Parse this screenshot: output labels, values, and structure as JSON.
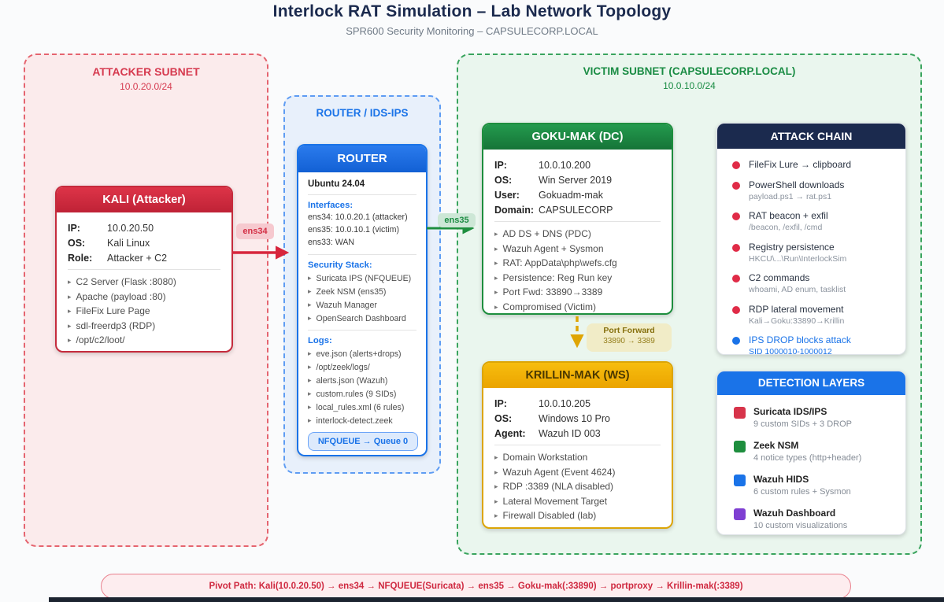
{
  "page": {
    "title": "Interlock RAT Simulation – Lab Network Topology",
    "subtitle": "SPR600 Security Monitoring – CAPSULECORP.LOCAL"
  },
  "attacker_subnet": {
    "title": "ATTACKER SUBNET",
    "cidr": "10.0.20.0/24",
    "kali": {
      "header": "KALI (Attacker)",
      "fields": [
        {
          "label": "IP:",
          "value": "10.0.20.50"
        },
        {
          "label": "OS:",
          "value": "Kali Linux"
        },
        {
          "label": "Role:",
          "value": "Attacker + C2"
        }
      ],
      "bullets": [
        "C2 Server (Flask :8080)",
        "Apache (payload :80)",
        "FileFix Lure Page",
        "sdl-freerdp3 (RDP)",
        "/opt/c2/loot/"
      ]
    }
  },
  "router_zone": {
    "title": "ROUTER / IDS-IPS",
    "router": {
      "header": "ROUTER",
      "os": "Ubuntu 24.04",
      "interfaces_title": "Interfaces:",
      "interfaces": [
        "ens34: 10.0.20.1 (attacker)",
        "ens35: 10.0.10.1 (victim)",
        "ens33: WAN"
      ],
      "security_title": "Security Stack:",
      "security_stack": [
        "Suricata IPS (NFQUEUE)",
        "Zeek NSM (ens35)",
        "Wazuh Manager",
        "OpenSearch Dashboard"
      ],
      "logs_title": "Logs:",
      "logs": [
        "eve.json (alerts+drops)",
        "/opt/zeek/logs/",
        "alerts.json (Wazuh)",
        "custom.rules (9 SIDs)",
        "local_rules.xml (6 rules)",
        "interlock-detect.zeek"
      ],
      "badge": "NFQUEUE → Queue 0"
    }
  },
  "victim_subnet": {
    "title": "VICTIM SUBNET (CAPSULECORP.LOCAL)",
    "cidr": "10.0.10.0/24",
    "goku": {
      "header": "GOKU-MAK (DC)",
      "fields": [
        {
          "label": "IP:",
          "value": "10.0.10.200"
        },
        {
          "label": "OS:",
          "value": "Win Server 2019"
        },
        {
          "label": "User:",
          "value": "Gokuadm-mak"
        },
        {
          "label": "Domain:",
          "value": "CAPSULECORP"
        }
      ],
      "bullets": [
        "AD DS + DNS (PDC)",
        "Wazuh Agent + Sysmon",
        "RAT: AppData\\php\\wefs.cfg",
        "Persistence: Reg Run key",
        "Port Fwd: 33890→3389",
        "Compromised (Victim)"
      ]
    },
    "krillin": {
      "header": "KRILLIN-MAK (WS)",
      "fields": [
        {
          "label": "IP:",
          "value": "10.0.10.205"
        },
        {
          "label": "OS:",
          "value": "Windows 10 Pro"
        },
        {
          "label": "Agent:",
          "value": "Wazuh ID 003"
        }
      ],
      "bullets": [
        "Domain Workstation",
        "Wazuh Agent (Event 4624)",
        "RDP :3389 (NLA disabled)",
        "Lateral Movement Target",
        "Firewall Disabled (lab)"
      ]
    },
    "attack_chain": {
      "header": "ATTACK CHAIN",
      "items": [
        {
          "title": "FileFix Lure → clipboard",
          "sub": "",
          "dot_color": "#e02b47"
        },
        {
          "title": "PowerShell downloads",
          "sub": "payload.ps1 → rat.ps1",
          "dot_color": "#e02b47"
        },
        {
          "title": "RAT beacon + exfil",
          "sub": "/beacon, /exfil, /cmd",
          "dot_color": "#e02b47"
        },
        {
          "title": "Registry persistence",
          "sub": "HKCU\\...\\Run\\InterlockSim",
          "dot_color": "#e02b47"
        },
        {
          "title": "C2 commands",
          "sub": "whoami, AD enum, tasklist",
          "dot_color": "#e02b47"
        },
        {
          "title": "RDP lateral movement",
          "sub": "Kali→Goku:33890→Krillin",
          "dot_color": "#e02b47"
        },
        {
          "title": "IPS DROP blocks attack",
          "sub": "SID 1000010-1000012",
          "dot_color": "#1a73e8",
          "text_color": "#1a73e8"
        }
      ]
    },
    "detection_layers": {
      "header": "DETECTION LAYERS",
      "items": [
        {
          "name": "Suricata IDS/IPS",
          "sub": "9 custom SIDs + 3 DROP",
          "swatch_color": "#d7344a"
        },
        {
          "name": "Zeek NSM",
          "sub": "4 notice types (http+header)",
          "swatch_color": "#1e8e3e"
        },
        {
          "name": "Wazuh HIDS",
          "sub": "6 custom rules + Sysmon",
          "swatch_color": "#1a73e8"
        },
        {
          "name": "Wazuh Dashboard",
          "sub": "10 custom visualizations",
          "swatch_color": "#7e3fd2"
        }
      ]
    }
  },
  "links": {
    "ens34_label": "ens34",
    "ens35_label": "ens35",
    "port_forward": {
      "title": "Port Forward",
      "sub": "33890 → 3389"
    },
    "colors": {
      "attacker_link": "#d7263d",
      "victim_link": "#1e8e3e",
      "port_forward_link": "#dfa504"
    }
  },
  "footer": {
    "pivot_path": "Pivot Path: Kali(10.0.20.50) → ens34 → NFQUEUE(Suricata) → ens35 → Goku-mak(:33890) → portproxy → Krillin-mak(:3389)"
  }
}
